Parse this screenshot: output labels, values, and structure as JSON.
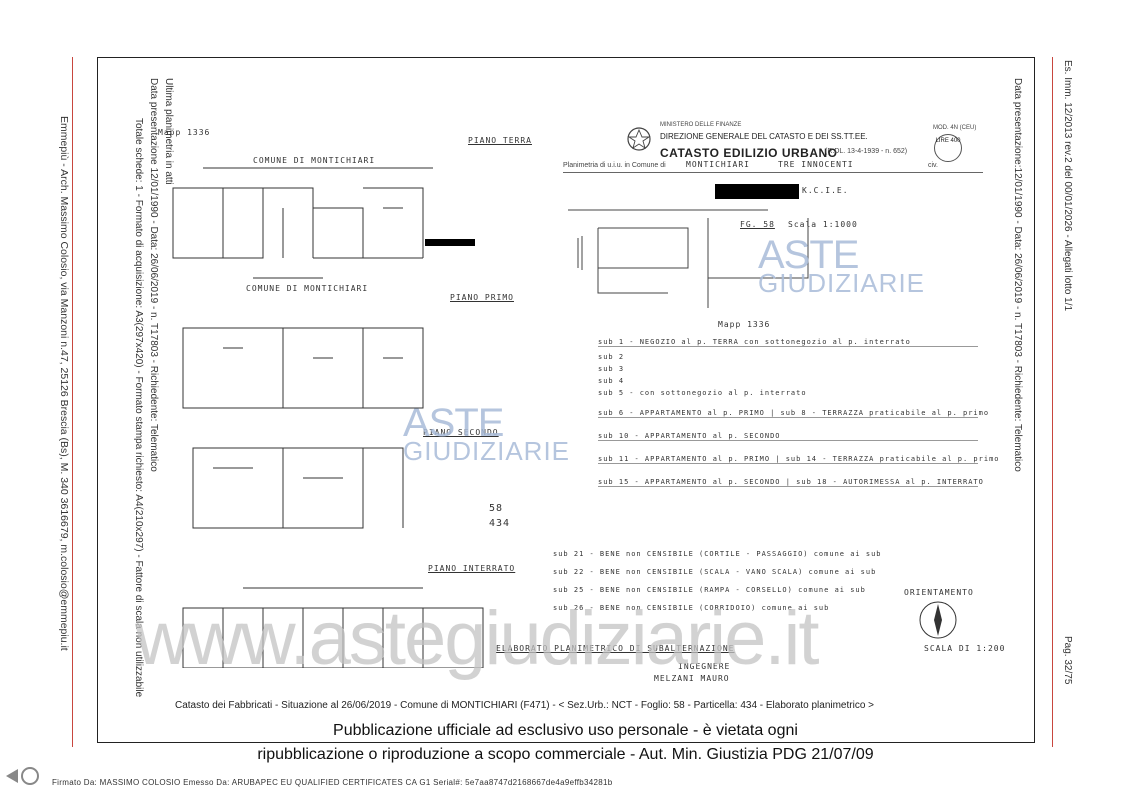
{
  "left_margin": {
    "architect": "Emmepiù - Arch. Massimo Colosio, via Manzoni n.47, 25126 Brescia (Bs), M. 340 3616679, m.colosio@emmepiu.it"
  },
  "left_stamp": {
    "line1": "Ultima planimetria in atti",
    "line2": "Data presentazione 12/01/1990 - Data: 26/06/2019 - n. T17803 - Richiedente: Telematico",
    "line3": "Totale schede: 1 - Formato di acquisizione: A3(297x420) - Formato stampa richiesto: A4(210x297) - Fattore di scala non utilizzabile"
  },
  "right_stamp": {
    "line1": "Data presentazione:12/01/1990 - Data: 26/06/2019 - n. T17803 - Richiedente: Telematico"
  },
  "right_margin": {
    "doc": "Es. Imm. 12/2013 rev.2 del 00/01/2026 - Allegati lotto 1/1",
    "page": "Pag. 32/75"
  },
  "header": {
    "ministry": "MINISTERO DELLE FINANZE",
    "direction": "DIREZIONE GENERALE DEL CATASTO E DEI SS.TT.EE.",
    "catasto": "CATASTO EDILIZIO URBANO",
    "catasto_ref": "(R.DL. 13-4-1939 - n. 652)",
    "model": "MOD. 4N (CEU)",
    "lire": "LIRE 400",
    "planimetria": "Planimetria di u.i.u. in Comune di",
    "comune_hw": "MONTICHIARI",
    "via_hw": "TRE INNOCENTI",
    "civ": "civ."
  },
  "plan_labels": {
    "piano_terra": "PIANO TERRA",
    "piano_primo": "PIANO PRIMO",
    "piano_secondo": "PIANO SECONDO",
    "piano_interrato": "PIANO INTERRATO",
    "comune_montichiari_top": "COMUNE DI MONTICHIARI",
    "comune_montichiari_mid": "COMUNE DI MONTICHIARI",
    "mapp": "Mapp 1336",
    "scala": "Scala 1:1000",
    "fg": "FG. 58",
    "mapp2": "Mapp 1336",
    "orientamento": "ORIENTAMENTO",
    "scala_foot": "SCALA DI 1:200",
    "elaborato": "ELABORATO PLANIMETRICO DI SUBALTERNAZIONE",
    "sheet_num_1": "58",
    "sheet_num_2": "434",
    "compilato": "INGEGNERE",
    "nome": "MELZANI MAURO"
  },
  "legend_rows": [
    "sub 1 - NEGOZIO al p. TERRA con sottonegozio al p. interrato",
    "sub 2",
    "sub 3",
    "sub 4",
    "sub 5 - con sottonegozio al p. interrato",
    "sub 6 - APPARTAMENTO al p. PRIMO | sub 8 - TERRAZZA praticabile al p. primo",
    "sub 10 - APPARTAMENTO al p. SECONDO",
    "sub 11 - APPARTAMENTO al p. PRIMO | sub 14 - TERRAZZA praticabile al p. primo",
    "sub 15 - APPARTAMENTO al p. SECONDO | sub 18 - AUTORIMESSA al p. INTERRATO",
    "sub 21 - BENE non CENSIBILE (CORTILE - PASSAGGIO) comune ai sub",
    "sub 22 - BENE non CENSIBILE (SCALA - VANO SCALA) comune ai sub",
    "sub 25 - BENE non CENSIBILE (RAMPA - CORSELLO) comune ai sub",
    "sub 26 - BENE non CENSIBILE (CORRIDOIO) comune ai sub"
  ],
  "watermarks": {
    "aste": "ASTE",
    "giudiziarie": "GIUDIZIARIE",
    "url": "www.astegiudiziarie.it"
  },
  "footer": {
    "catasto_line": "Catasto dei Fabbricati - Situazione al 26/06/2019 - Comune di MONTICHIARI (F471) - < Sez.Urb.: NCT - Foglio: 58 - Particella: 434 - Elaborato planimetrico >",
    "pub_line1": "Pubblicazione ufficiale ad esclusivo uso personale - è vietata ogni",
    "pub_line2": "ripubblicazione o riproduzione a scopo commerciale - Aut. Min. Giustizia PDG 21/07/09",
    "signature": "Firmato Da: MASSIMO COLOSIO Emesso Da: ARUBAPEC EU QUALIFIED CERTIFICATES CA G1 Serial#: 5e7aa8747d2168667de4a9effb34281b"
  },
  "colors": {
    "margin_line": "#c8463e",
    "watermark_blue": "#a9bcd9",
    "watermark_gray": "#c4c4c4"
  }
}
